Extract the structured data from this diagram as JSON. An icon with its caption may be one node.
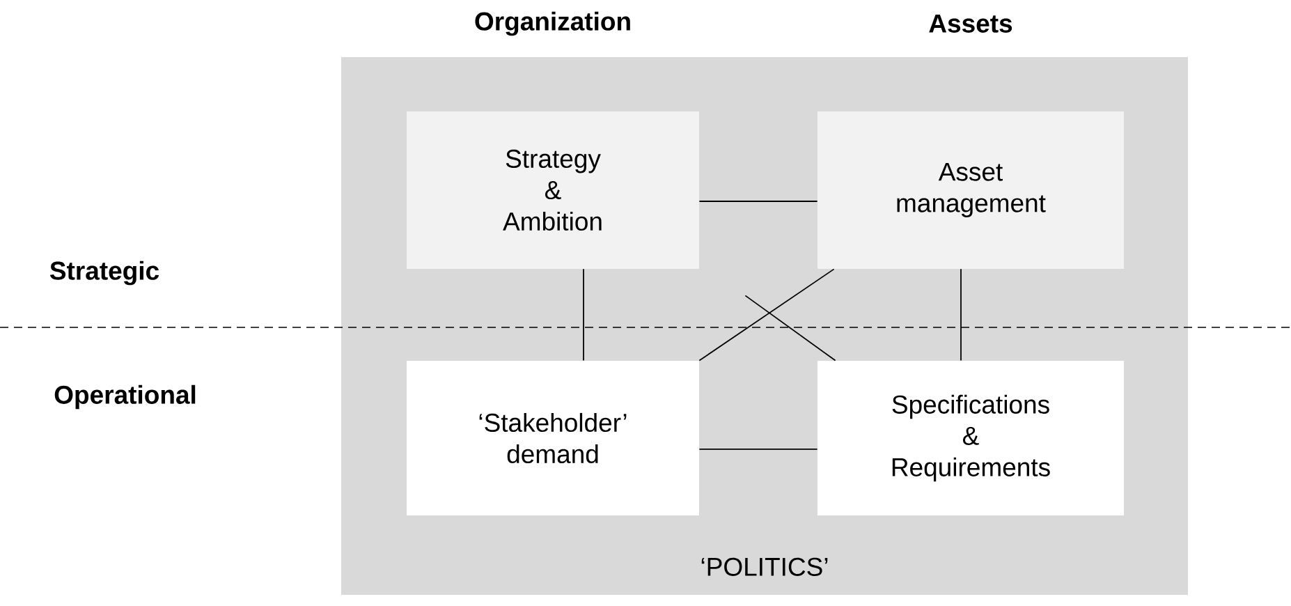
{
  "diagram": {
    "nodes": [
      {
        "text": [
          "‘POLITICS’"
        ]
      },
      {
        "text": [
          "Strategy & Ambition"
        ],
        "in": 0
      },
      {
        "text": [
          "Asset management"
        ],
        "in": 0
      },
      {
        "text": [
          "‘Stakeholder’ demand"
        ],
        "in": 0
      },
      {
        "text": [
          "Specifications & Requirements"
        ],
        "in": 0
      }
    ],
    "edges": [
      {
        "from": 1,
        "to": 2,
        "arrow": "none"
      },
      {
        "from": 1,
        "to": 3,
        "arrow": "none"
      },
      {
        "from": 2,
        "to": 4,
        "arrow": "none"
      },
      {
        "from": 1,
        "to": 4,
        "arrow": "none"
      },
      {
        "from": 2,
        "to": 3,
        "arrow": "none"
      },
      {
        "from": 3,
        "to": 4,
        "arrow": "none"
      }
    ],
    "labels": [
      "Organization",
      "Assets",
      "Strategic",
      "Operational"
    ]
  }
}
